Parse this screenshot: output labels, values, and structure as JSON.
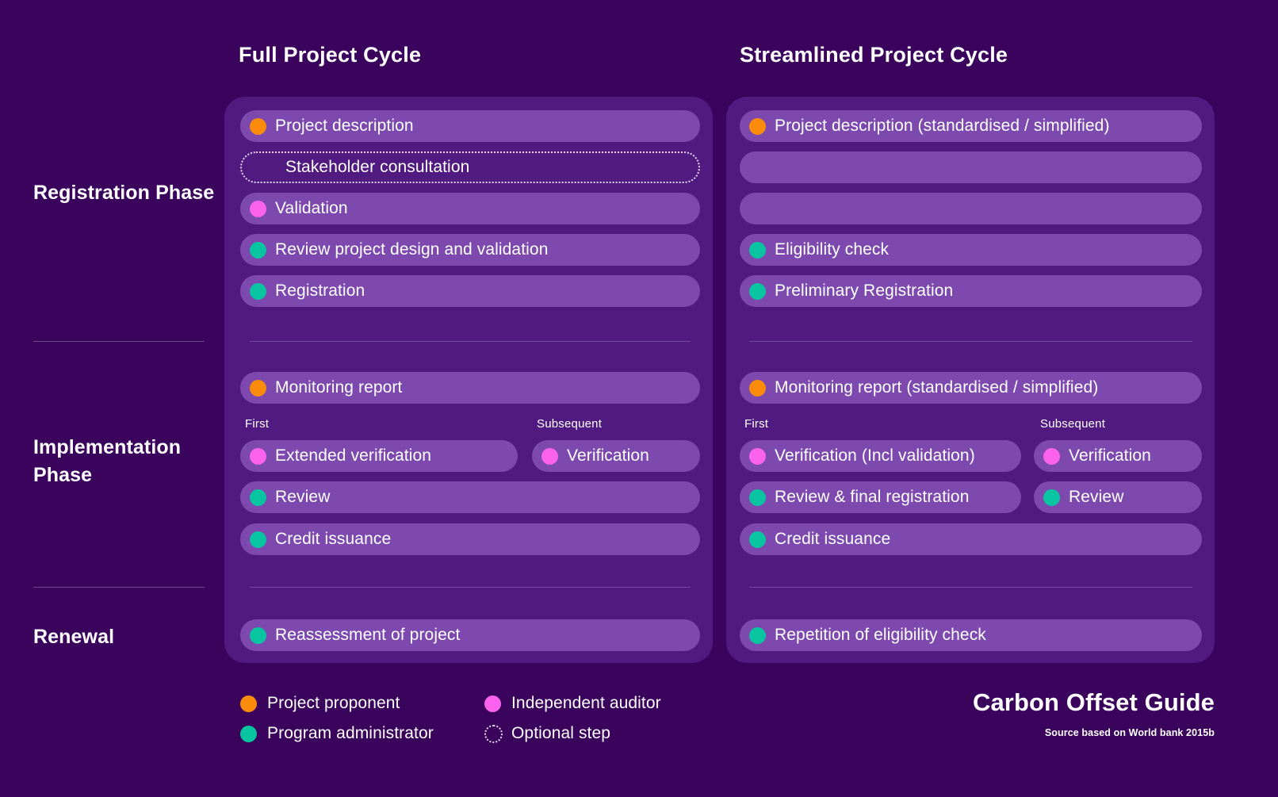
{
  "columns": {
    "left_title": "Full Project Cycle",
    "right_title": "Streamlined Project Cycle"
  },
  "phases": [
    {
      "label": "Registration Phase"
    },
    {
      "label": "Implementation Phase"
    },
    {
      "label": "Renewal"
    }
  ],
  "captions": {
    "first": "First",
    "subsequent": "Subsequent"
  },
  "full_cycle": {
    "registration": [
      {
        "label": "Project description",
        "actor": "orange",
        "optional": false
      },
      {
        "label": "Stakeholder consultation",
        "actor": "none",
        "optional": true
      },
      {
        "label": "Validation",
        "actor": "pink",
        "optional": false
      },
      {
        "label": "Review project design and validation",
        "actor": "teal",
        "optional": false
      },
      {
        "label": "Registration",
        "actor": "teal",
        "optional": false
      }
    ],
    "implementation_full": [
      {
        "label": "Monitoring report",
        "actor": "orange",
        "optional": false
      }
    ],
    "implementation_first": [
      {
        "label": "Extended verification",
        "actor": "pink",
        "optional": false
      },
      {
        "label": "Review",
        "actor": "teal",
        "optional": false
      },
      {
        "label": "Credit issuance",
        "actor": "teal",
        "optional": false
      }
    ],
    "implementation_subsequent": [
      {
        "label": "Verification",
        "actor": "pink",
        "optional": false
      }
    ],
    "renewal": [
      {
        "label": "Reassessment of project",
        "actor": "teal",
        "optional": false
      }
    ]
  },
  "streamlined_cycle": {
    "registration": [
      {
        "label": "Project description (standardised / simplified)",
        "actor": "orange",
        "optional": false
      },
      {
        "label": "",
        "actor": "none",
        "optional": false
      },
      {
        "label": "",
        "actor": "none",
        "optional": false
      },
      {
        "label": "Eligibility check",
        "actor": "teal",
        "optional": false
      },
      {
        "label": "Preliminary Registration",
        "actor": "teal",
        "optional": false
      }
    ],
    "implementation_full": [
      {
        "label": "Monitoring report (standardised / simplified)",
        "actor": "orange",
        "optional": false
      }
    ],
    "implementation_first": [
      {
        "label": "Verification (Incl validation)",
        "actor": "pink",
        "optional": false
      },
      {
        "label": "Review & final registration",
        "actor": "teal",
        "optional": false
      },
      {
        "label": "Credit issuance",
        "actor": "teal",
        "optional": false
      }
    ],
    "implementation_subsequent": [
      {
        "label": "Verification",
        "actor": "pink",
        "optional": false
      },
      {
        "label": "Review",
        "actor": "teal",
        "optional": false
      }
    ],
    "renewal": [
      {
        "label": "Repetition of eligibility check",
        "actor": "teal",
        "optional": false
      }
    ]
  },
  "legend": [
    {
      "label": "Project proponent",
      "swatch": "orange"
    },
    {
      "label": "Independent auditor",
      "swatch": "pink"
    },
    {
      "label": "Program administrator",
      "swatch": "teal"
    },
    {
      "label": "Optional step",
      "swatch": "dotted"
    }
  ],
  "brand": {
    "title": "Carbon Offset Guide",
    "source": "Source based on World bank 2015b"
  },
  "colors": {
    "background": "#3a035c",
    "card": "#511a80",
    "pill": "#7d49ae",
    "orange": "#fb8c0b",
    "pink": "#fb62ed",
    "teal": "#08c4a0",
    "text": "#ffffff"
  }
}
